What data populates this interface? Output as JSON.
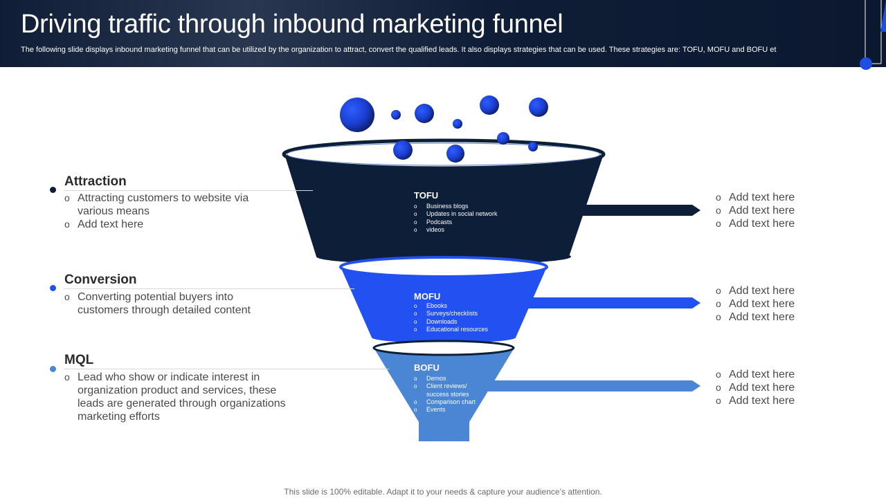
{
  "header": {
    "title": "Driving traffic through inbound marketing funnel",
    "subtitle": "The following slide displays inbound marketing funnel that can be utilized by the organization to attract, convert the qualified leads. It also displays strategies that can be used. These strategies are: TOFU, MOFU  and BOFU et"
  },
  "colors": {
    "header_bg": "#0f1d36",
    "tofu": "#0d1e38",
    "mofu": "#2350f0",
    "bofu": "#4b86d4",
    "accent": "#1f4fe0"
  },
  "stages": [
    {
      "title": "Attraction",
      "bullets": [
        "Attracting customers to website via various means",
        "Add text here"
      ]
    },
    {
      "title": "Conversion",
      "bullets": [
        "Converting potential buyers into customers through  detailed content"
      ]
    },
    {
      "title": "MQL",
      "bullets": [
        "Lead who show or indicate interest in organization product and services, these leads are generated through  organizations marketing efforts"
      ]
    }
  ],
  "funnel": {
    "tofu": {
      "label": "TOFU",
      "items": [
        "Business blogs",
        "Updates in social network",
        "Podcasts",
        "videos"
      ]
    },
    "mofu": {
      "label": "MOFU",
      "items": [
        "Ebooks",
        "Surveys/checklists",
        "Downloads",
        "Educational resources"
      ]
    },
    "bofu": {
      "label": "BOFU",
      "items": [
        "Demos",
        "Client reviews/",
        "success stories",
        "Comparison chart",
        "Events"
      ]
    }
  },
  "right_lists": [
    [
      "Add text here",
      "Add text here",
      "Add text here"
    ],
    [
      "Add text here",
      "Add text here",
      "Add text here"
    ],
    [
      "Add text here",
      "Add text here",
      "Add text here"
    ]
  ],
  "footer": "This slide is 100% editable. Adapt it to your needs & capture your audience’s attention."
}
